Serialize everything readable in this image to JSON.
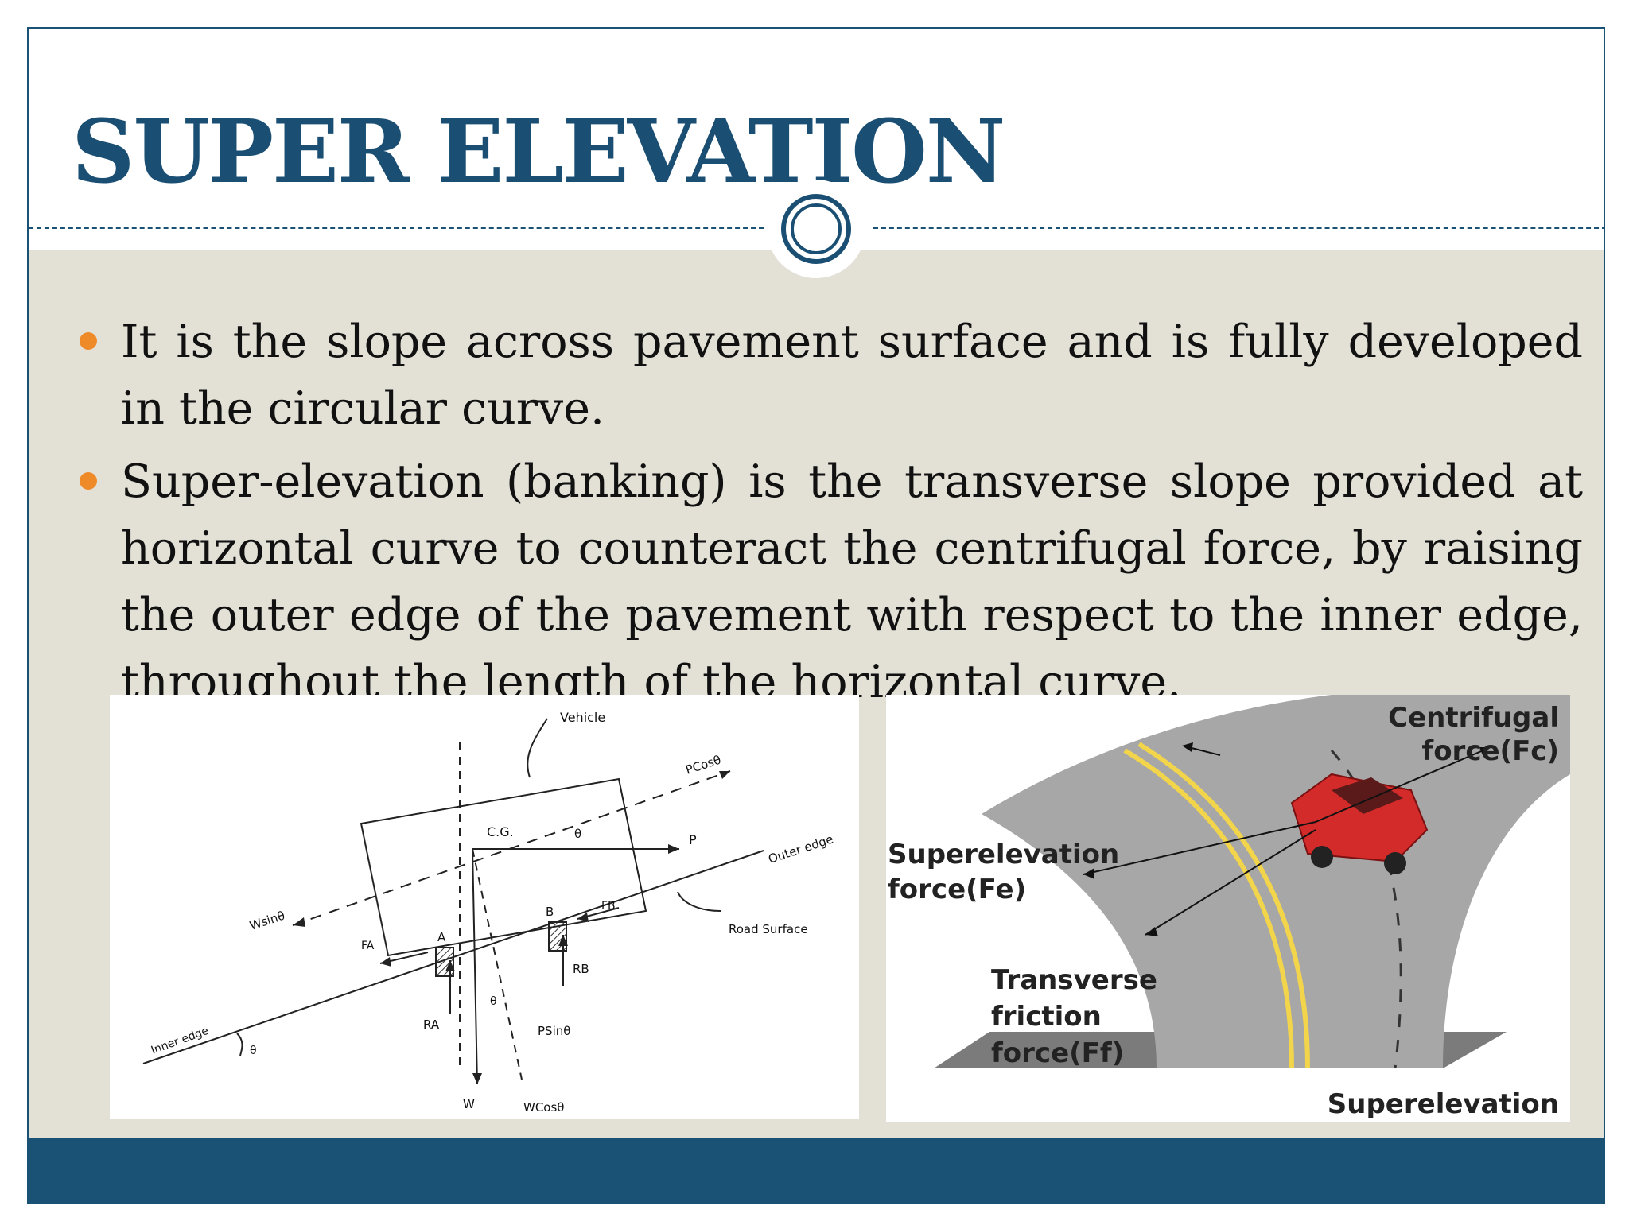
{
  "slide": {
    "title": "SUPER ELEVATION",
    "bullets": [
      "It is the slope across pavement surface and is fully developed in the circular curve.",
      "Super-elevation (banking) is the transverse slope provided at horizontal curve to counteract the centrifugal force, by raising the outer edge of the pavement with respect to the inner edge, throughout the length of the horizontal curve."
    ],
    "colors": {
      "title": "#1a4f73",
      "accent_bar": "#1a5276",
      "bullet": "#ef8a28",
      "content_background": "#e3e0d6"
    }
  },
  "force_diagram": {
    "labels": {
      "vehicle": "Vehicle",
      "pcos": "PCosθ",
      "cg": "C.G.",
      "theta": "θ",
      "p": "P",
      "outer_edge": "Outer edge",
      "wsin": "Wsinθ",
      "a": "A",
      "b": "B",
      "fb": "FB",
      "road_surface": "Road Surface",
      "fa": "FA",
      "rb": "RB",
      "ra": "RA",
      "psin": "PSinθ",
      "inner_edge": "Inner edge",
      "w": "W",
      "wcos": "WCosθ"
    }
  },
  "road_illustration": {
    "labels": {
      "centrifugal_1": "Centrifugal",
      "centrifugal_2": "force(Fc)",
      "superelevation_force_1": "Superelevation",
      "superelevation_force_2": "force(Fe)",
      "transverse_1": "Transverse",
      "transverse_2": "friction",
      "transverse_3": "force(Ff)",
      "superelevation": "Superelevation"
    }
  }
}
